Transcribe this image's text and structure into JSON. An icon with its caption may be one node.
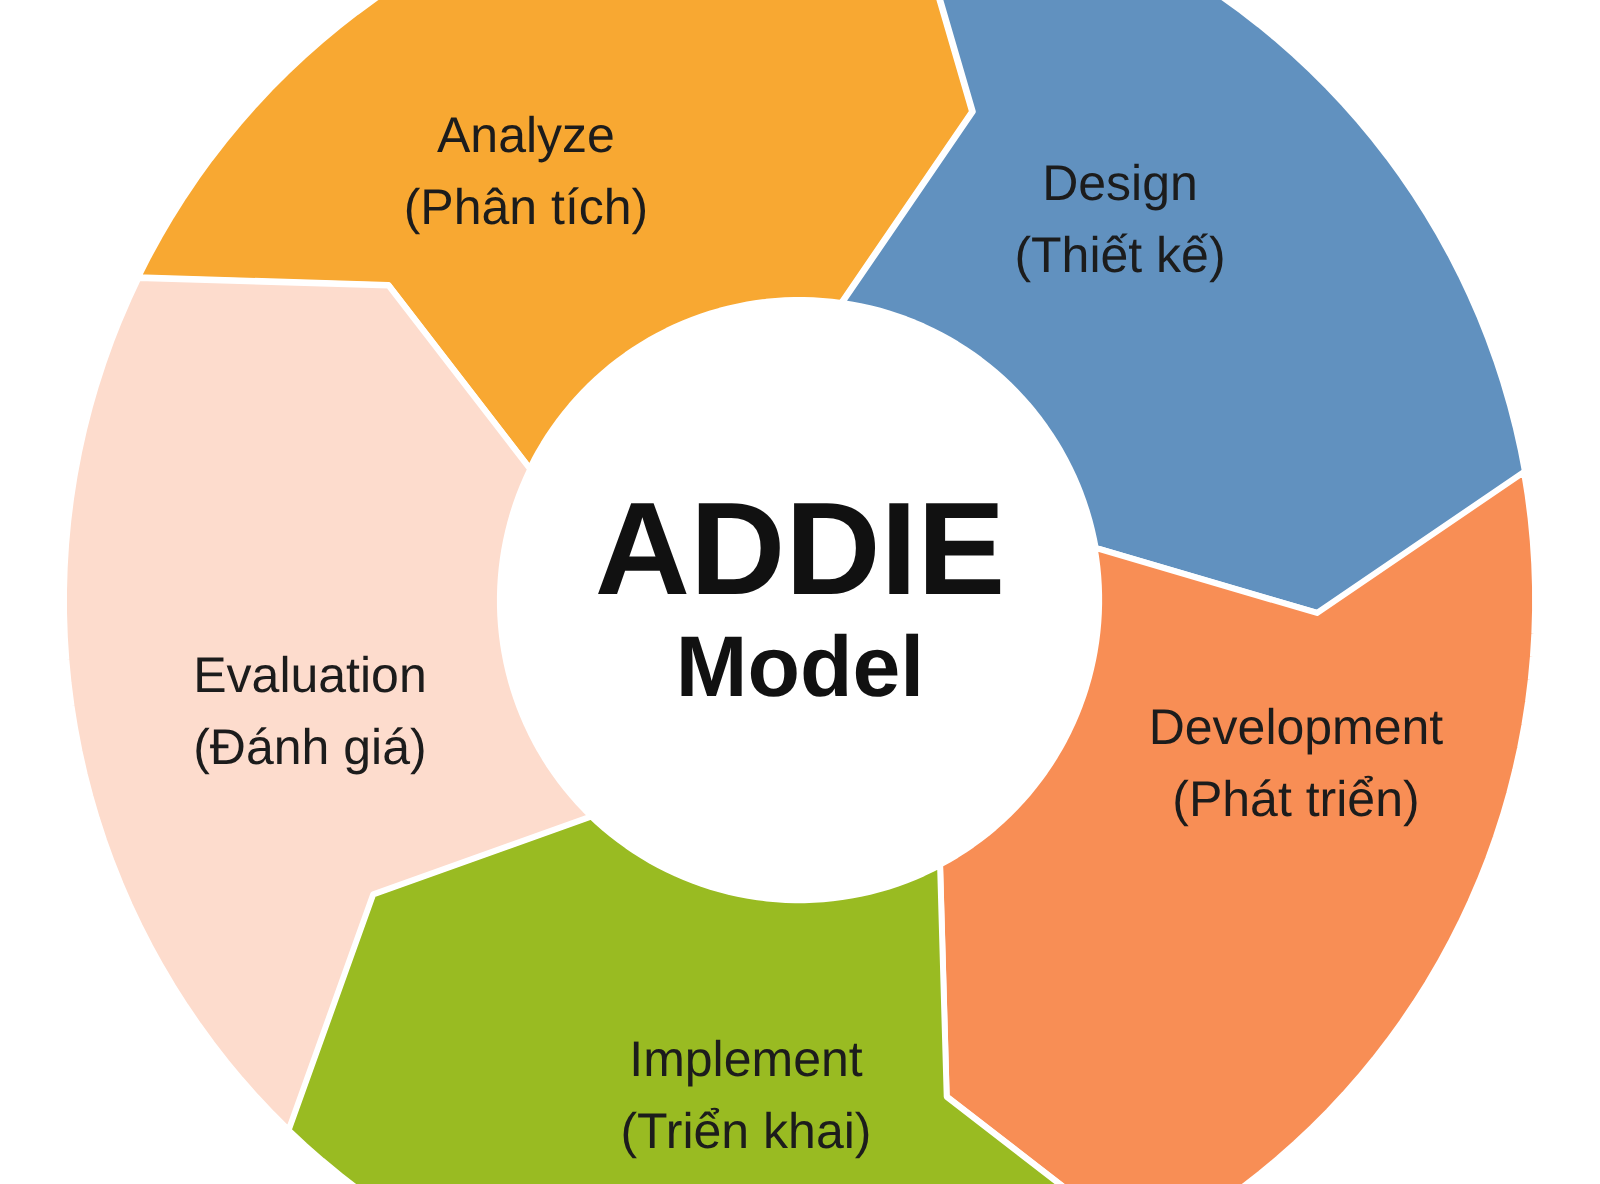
{
  "diagram": {
    "nodes": [
      {
        "text": [
          "ADDIE",
          "Model"
        ]
      },
      {
        "text": [
          "Analyze (Phân tích)"
        ]
      },
      {
        "text": [
          "Design (Thiết kế)"
        ]
      },
      {
        "text": [
          "Development (Phát triển)"
        ]
      },
      {
        "text": [
          "Implement (Triển khai)"
        ]
      },
      {
        "text": [
          "Evaluation (Đánh giá)"
        ]
      }
    ]
  }
}
